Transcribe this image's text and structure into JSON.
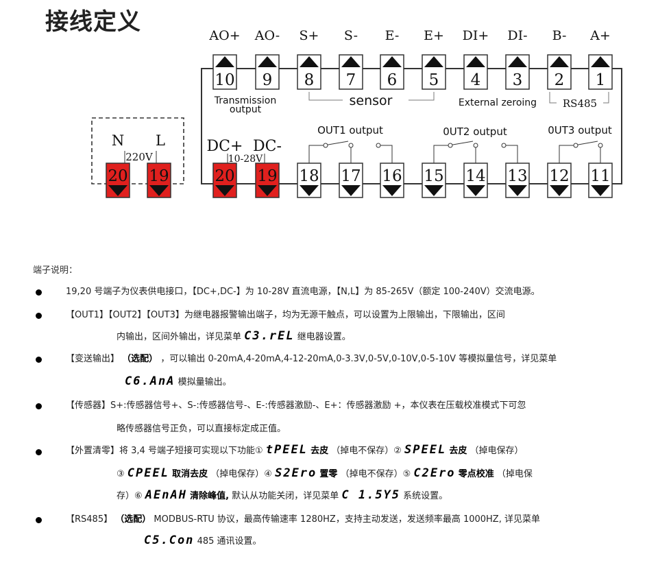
{
  "title": "接线定义",
  "top_terminals": [
    {
      "num": "10",
      "label": "AO+"
    },
    {
      "num": "9",
      "label": "AO-"
    },
    {
      "num": "8",
      "label": "S+"
    },
    {
      "num": "7",
      "label": "S-"
    },
    {
      "num": "6",
      "label": "E-"
    },
    {
      "num": "5",
      "label": "E+"
    },
    {
      "num": "4",
      "label": "DI+"
    },
    {
      "num": "3",
      "label": "DI-"
    },
    {
      "num": "2",
      "label": "B-"
    },
    {
      "num": "1",
      "label": "A+"
    }
  ],
  "top_group_labels": {
    "transmission_line1": "Transmission",
    "transmission_line2": "output",
    "sensor": "sensor",
    "external_zeroing": "External zeroing",
    "rs485": "RS485"
  },
  "bottom_terminals": [
    {
      "num": "20",
      "red": true
    },
    {
      "num": "19",
      "red": true
    },
    {
      "num": "18",
      "red": false
    },
    {
      "num": "17",
      "red": false
    },
    {
      "num": "16",
      "red": false
    },
    {
      "num": "15",
      "red": false
    },
    {
      "num": "14",
      "red": false
    },
    {
      "num": "13",
      "red": false
    },
    {
      "num": "12",
      "red": false
    },
    {
      "num": "11",
      "red": false
    }
  ],
  "bottom_labels": {
    "dc_plus": "DC+",
    "dc_minus": "DC-",
    "dc_range": "10-28V",
    "out1": "OUT1 output",
    "out2": "0UT2 output",
    "out3": "0UT3 output"
  },
  "ac_block": {
    "n": "N",
    "l": "L",
    "voltage": "220V",
    "terminals": [
      "20",
      "19"
    ]
  },
  "colors": {
    "terminal_red": "#e0201e",
    "border": "#333333"
  },
  "notes": {
    "heading": "端子说明：",
    "items": [
      {
        "lines": [
          "19,20 号端子为仪表供电接口，【DC+,DC-】为 10-28V 直流电源，【N,L】为 85-265V（额定 100-240V）交流电源。"
        ]
      },
      {
        "lines": [
          "【OUT1】【OUT2】【OUT3】为继电器报警输出端子，均为无源干触点，可以设置为上限输出，下限输出，区间",
          "内输出，区间外输出，详见菜单",
          "C3.rEL",
          "继电器设置。"
        ]
      },
      {
        "lines": [
          "【变送输出】",
          "（选配）",
          "，可以输出 0-20mA,4-20mA,4-12-20mA,0-3.3V,0-5V,0-10V,0-5-10V 等模拟量信号，详见菜单",
          "C6.AnA",
          "模拟量输出。"
        ]
      },
      {
        "lines": [
          "【传感器】S+:传感器信号+、S-:传感器信号-、E-:传感器激励-、E+：传感器激励 +，本仪表在压载校准模式下可忽",
          "略传感器信号正负，可以直接标定成正值。"
        ]
      },
      {
        "lines": [
          "【外置清零】将 3,4 号端子短接可实现以下功能①",
          "tPEEL",
          "去皮",
          "（掉电不保存）②",
          "SPEEL",
          "去皮",
          "（掉电保存）",
          "③",
          "CPEEL",
          "取消去皮",
          "（掉电保存）④",
          "S2Ero",
          "置零",
          "（掉电不保存）⑤",
          "C2Ero",
          "零点校准",
          "（掉电保",
          "存）⑥",
          "AEnAH",
          "清除峰值,",
          "默认从功能关闭，详见菜单",
          "C 1.5Y5",
          "系统设置。"
        ]
      },
      {
        "lines": [
          "【RS485】",
          "（选配）",
          "MODBUS-RTU 协议，最高传输速率 1280HZ，支持主动发送，发送频率最高 1000HZ, 详见菜单",
          "C5.Con",
          "485 通讯设置。"
        ]
      }
    ]
  }
}
